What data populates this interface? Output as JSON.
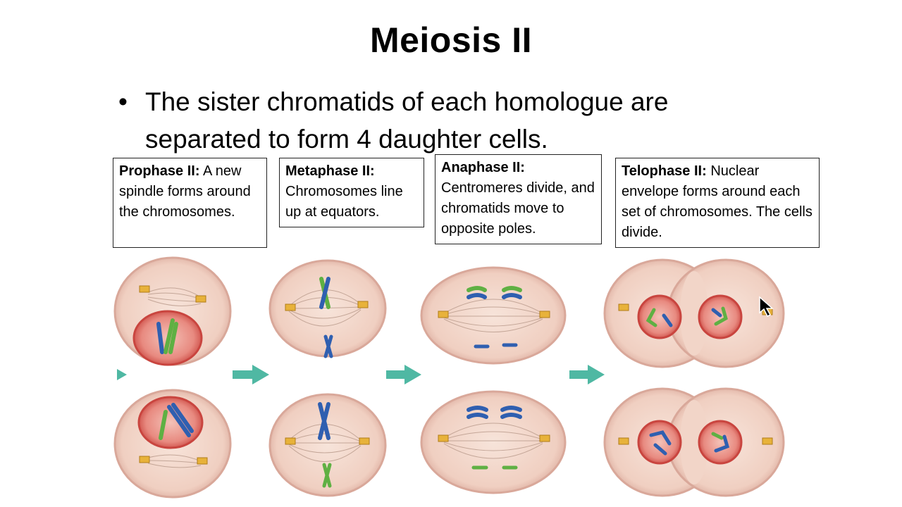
{
  "slide": {
    "title": "Meiosis II",
    "bullet_text": "The sister chromatids of each homologue are separated to form 4 daughter cells."
  },
  "phases": [
    {
      "name": "Prophase II:",
      "description": " A new spindle forms around the chromosomes."
    },
    {
      "name": "Metaphase II:",
      "description": " Chromosomes line up at equators."
    },
    {
      "name": "Anaphase II:",
      "description": " Centromeres divide, and chromatids move to opposite poles."
    },
    {
      "name": "Telophase II:",
      "description": " Nuclear envelope forms around each set of chromosomes. The cells divide."
    }
  ],
  "colors": {
    "cell_fill": "#f2d5c8",
    "cell_rim": "#d9a89a",
    "nucleus": "#e06a63",
    "chromosome_blue": "#2f5fb0",
    "chromosome_green": "#5fb043",
    "centrosome": "#e8b23a",
    "arrow": "#4fb8a3"
  }
}
